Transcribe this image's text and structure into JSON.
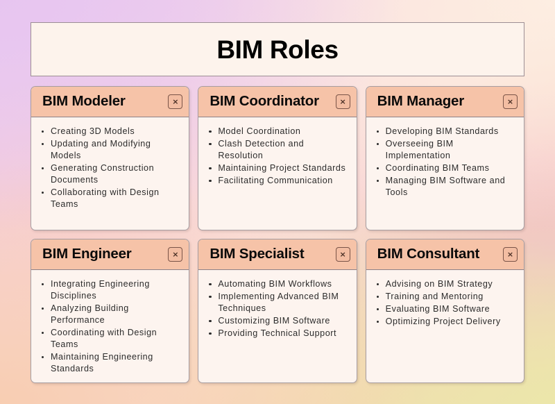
{
  "page": {
    "title": "BIM Roles",
    "background_colors": {
      "top_left": "#e7c5f0",
      "top_right": "#fdeee2",
      "bottom_left": "#f8cdb1",
      "bottom_right": "#ece6aa",
      "mid_right_pink": "#f3b2d8"
    },
    "panel_background": "#fdf3ec",
    "panel_border": "#9c8e94",
    "card_header_color": "#f6c3a8",
    "card_body_color": "#fdf4ef",
    "text_color": "#2b2b2b"
  },
  "cards": [
    {
      "title": "BIM Modeler",
      "close_label": "×",
      "items": [
        "Creating 3D Models",
        "Updating and Modifying Models",
        "Generating Construction Documents",
        "Collaborating with Design Teams"
      ]
    },
    {
      "title": "BIM Coordinator",
      "close_label": "×",
      "items": [
        "Model Coordination",
        "Clash Detection and Resolution",
        "Maintaining Project Standards",
        "Facilitating Communication"
      ]
    },
    {
      "title": "BIM Manager",
      "close_label": "×",
      "items": [
        "Developing BIM Standards",
        "Overseeing BIM Implementation",
        "Coordinating BIM Teams",
        "Managing BIM Software and Tools"
      ]
    },
    {
      "title": "BIM Engineer",
      "close_label": "×",
      "items": [
        "Integrating Engineering Disciplines",
        "Analyzing Building Performance",
        "Coordinating with Design Teams",
        "Maintaining Engineering Standards"
      ]
    },
    {
      "title": "BIM Specialist",
      "close_label": "×",
      "items": [
        "Automating BIM Workflows",
        "Implementing Advanced BIM Techniques",
        "Customizing BIM Software",
        "Providing Technical Support"
      ]
    },
    {
      "title": "BIM Consultant",
      "close_label": "×",
      "items": [
        "Advising on BIM Strategy",
        "Training and Mentoring",
        "Evaluating BIM Software",
        "Optimizing Project Delivery"
      ]
    }
  ]
}
